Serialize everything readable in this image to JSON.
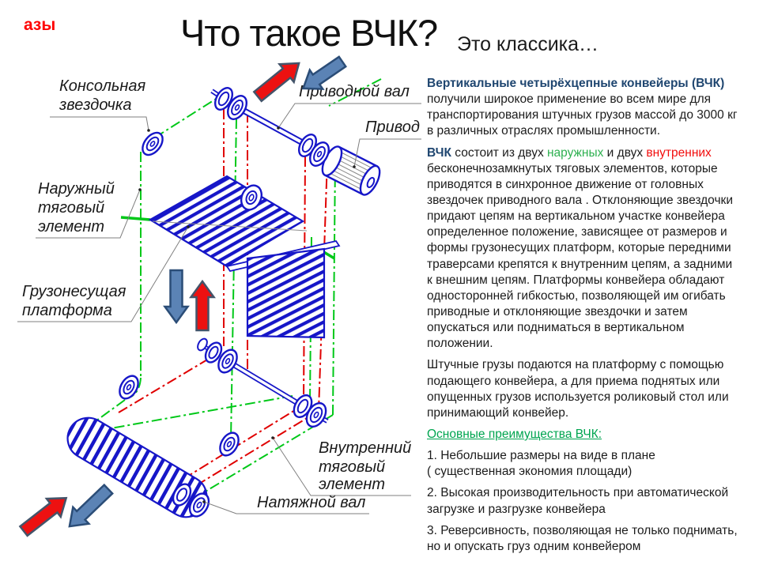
{
  "slide": {
    "tag": "азы",
    "title": "Что такое ВЧК?",
    "subtitle": "Это классика…"
  },
  "diagram": {
    "labels": {
      "cantilever_sprocket": {
        "line1": "Консольная",
        "line2": "звездочка"
      },
      "drive_shaft": "Приводной вал",
      "drive": "Привод",
      "outer_traction": {
        "line1": "Наружный",
        "line2": "тяговый",
        "line3": "элемент"
      },
      "platform": {
        "line1": "Грузонесущая",
        "line2": "платформа"
      },
      "inner_traction": {
        "line1": "Внутренний",
        "line2": "тяговый",
        "line3": "элемент"
      },
      "tension_shaft": "Натяжной вал"
    },
    "colors": {
      "outer_chain_green": "#00c818",
      "inner_chain_red": "#e00000",
      "machine_blue": "#1616c8",
      "up_arrow_red": "#ed1111",
      "down_arrow_blue": "#5b83b5"
    }
  },
  "content": {
    "paragraphs": [
      {
        "segments": [
          {
            "t": "Вертикальные четырёхцепные конвейеры (ВЧК)",
            "s": "navy"
          },
          {
            "t": " получили широкое применение  во всем мире для транспортирования  штучных грузов массой до 3000 кг в различных  отраслях промышленности.",
            "s": "plain"
          }
        ]
      },
      {
        "segments": [
          {
            "t": "ВЧК",
            "s": "navy"
          },
          {
            "t": " состоит из двух ",
            "s": "plain"
          },
          {
            "t": "наружных",
            "s": "green"
          },
          {
            "t": " и двух ",
            "s": "plain"
          },
          {
            "t": "внутренних",
            "s": "red"
          },
          {
            "t": " бесконечнозамкнутых  тяговых элементов, которые приводятся в синхронное движение  от  головных звездочек  приводного вала . Отклоняющие звездочки  придают цепям на вертикальном участке конвейера  определенное  положение, зависящее  от размеров и формы грузонесущих платформ, которые передними  траверсами крепятся  к внутренним  цепям, а задними  к внешним  цепям. Платформы конвейера  обладают односторонней  гибкостью, позволяющей  им огибать  приводные  и отклоняющие  звездочки  и затем опускаться  или подниматься  в вертикальном положении.",
            "s": "plain"
          }
        ]
      },
      {
        "segments": [
          {
            "t": "Штучные  грузы  подаются  на платформу с помощью подающего  конвейера,  а для  приема  поднятых  или опущенных  грузов  используется  роликовый  стол или принимающий  конвейер.",
            "s": "plain"
          }
        ]
      },
      {
        "segments": [
          {
            "t": "Основные  преимущества  ВЧК:",
            "s": "green_u"
          }
        ]
      },
      {
        "segments": [
          {
            "t": "1. Небольшие  размеры  на виде  в плане\n( существенная  экономия  площади)",
            "s": "plain"
          }
        ]
      },
      {
        "segments": [
          {
            "t": "2. Высокая  производительность  при автоматической  загрузке  и разгрузке  конвейера",
            "s": "plain"
          }
        ]
      },
      {
        "segments": [
          {
            "t": "3. Реверсивность,  позволяющая  не только поднимать, но и опускать груз одним  конвейером",
            "s": "plain"
          }
        ]
      }
    ]
  }
}
